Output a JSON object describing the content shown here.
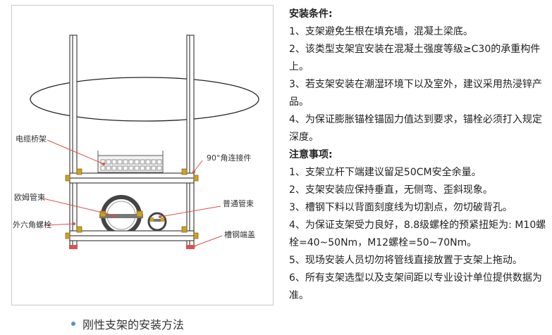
{
  "figure": {
    "labels": {
      "cable_tray": "电缆桥架",
      "corner_connector": "90°角连接件",
      "omega_clamp": "欧姆管束",
      "normal_clamp": "普通管束",
      "hex_bolt": "外六角螺栓",
      "end_cap": "槽钢端盖"
    }
  },
  "caption": "刚性支架的安装方法",
  "conditions": {
    "heading": "安装条件:",
    "items": [
      "1、支架避免生根在填充墙，混凝土梁底。",
      "2、该类型支架宜安装在混凝土强度等级≥C30的承重构件上。",
      "3、若支架安装在潮湿环境下以及室外，建议采用热浸锌产品。",
      "4、为保证膨胀锚栓锚固力值达到要求，锚栓必须打入规定深度。"
    ]
  },
  "notes": {
    "heading": "注意事项:",
    "items": [
      "1、支架立杆下端建议留足50CM安全余量。",
      "2、支架安装应保持垂直，无侧弯、歪斜现象。",
      "3、槽钢下料以背面刻度线为切割点，勿切破背孔。",
      "4、为保证支架受力良好，8.8级螺栓的预紧扭矩为: M10螺栓=40~50Nm，M12螺栓=50~70Nm。",
      "5、现场安装人员切勿将管线直接放置于支架上拖动。",
      "6、所有支架选型以及支架间距以专业设计单位提供数据为准。"
    ]
  },
  "colors": {
    "accent_red": "#d9534f",
    "bullet_blue": "#5a8fc8"
  }
}
